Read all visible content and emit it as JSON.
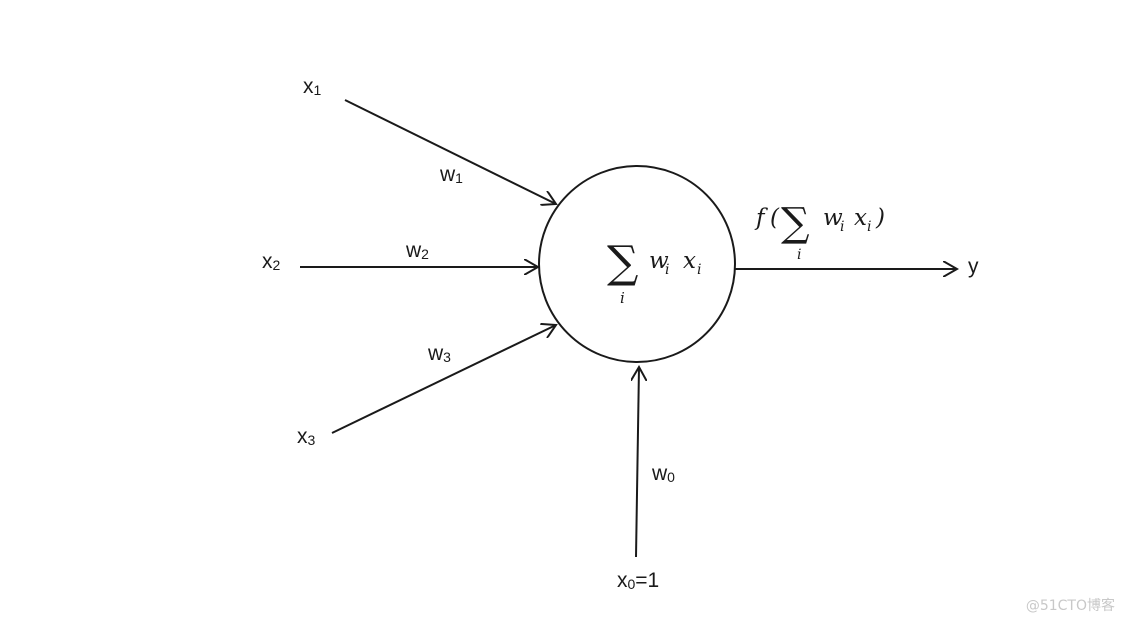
{
  "inputs": {
    "x1": {
      "base": "x",
      "sub": "1"
    },
    "x2": {
      "base": "x",
      "sub": "2"
    },
    "x3": {
      "base": "x",
      "sub": "3"
    },
    "x0": {
      "base": "x",
      "sub": "0",
      "suffix": "=1"
    }
  },
  "weights": {
    "w1": {
      "base": "w",
      "sub": "1"
    },
    "w2": {
      "base": "w",
      "sub": "2"
    },
    "w3": {
      "base": "w",
      "sub": "3"
    },
    "w0": {
      "base": "w",
      "sub": "0"
    }
  },
  "neuron": {
    "sum_symbol": "∑",
    "sum_index": "i",
    "term_w": "w",
    "term_w_sub": "i",
    "term_x": "x",
    "term_x_sub": "i"
  },
  "activation": {
    "f": "f",
    "open": "(",
    "sum_symbol": "∑",
    "sum_index": "i",
    "term_w": "w",
    "term_w_sub": "i",
    "term_x": "x",
    "term_x_sub": "i",
    "close": ")"
  },
  "output": {
    "label": "y"
  },
  "watermark": "@51CTO博客"
}
